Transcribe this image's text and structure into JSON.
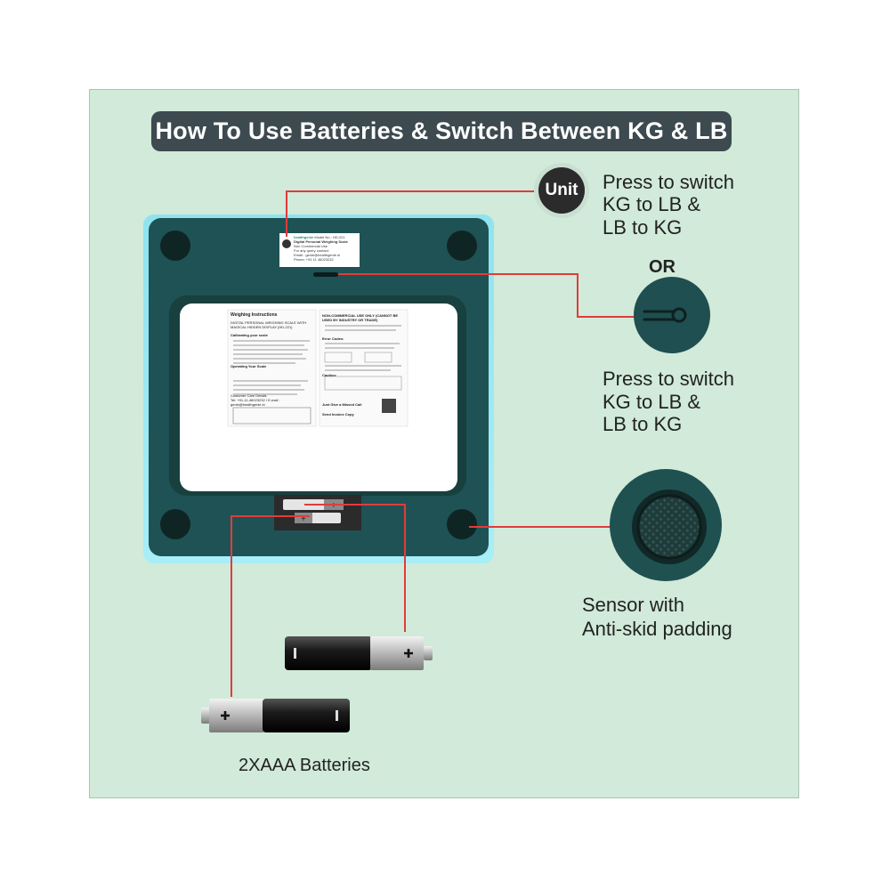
{
  "title": "How To Use Batteries & Switch Between KG & LB",
  "unit_button": {
    "label": "Unit"
  },
  "unit_caption": [
    "Press to switch",
    "KG to LB &",
    "LB to KG"
  ],
  "or_text": "OR",
  "slot_caption": [
    "Press to switch",
    "KG to LB &",
    "LB to KG"
  ],
  "sensor_caption": [
    "Sensor with",
    "Anti-skid padding"
  ],
  "battery_caption": "2XAAA Batteries",
  "label_sticker": {
    "brand": "healthgenie",
    "model": "Model No.: HD-221",
    "product": "Digital Personal Weighing Scale",
    "use": "Non Commercial Use",
    "query": "For any query contact:",
    "email": "Email : genie@healthgenie.in",
    "phone": "Phone: +91 11 46023232"
  },
  "instructions": {
    "left_title": "Weighing Instructions",
    "left_heading": "DIGITAL PERSONAL WEIGHING SCALE WITH MAGICAL HIDDEN DISPLAY (HD-221)",
    "calibrating": "Calibrating your scale",
    "operating": "Operating Your Scale",
    "customer_care": "Customer Care Details",
    "contact": "Tel: +91-11-46023232 / E-mail : genie@healthgenie.in",
    "right_heading": "NON-COMMERCIAL USE ONLY (CANNOT BE USED BY INDUSTRY OR TRADE)",
    "error_codes": "Error Codes:",
    "caution": "Caution:",
    "missed_call": "Just Give a Missed Call",
    "send_invoice": "Send Invoice Copy"
  },
  "colors": {
    "panel_bg": "#d1ead9",
    "title_bg": "#3d4a4f",
    "scale_body": "#1f4f50",
    "callout_line": "#e23b3b"
  },
  "icons": [
    "unit-button-icon",
    "unit-slot-icon",
    "anti-skid-pad-icon",
    "battery-icon"
  ]
}
